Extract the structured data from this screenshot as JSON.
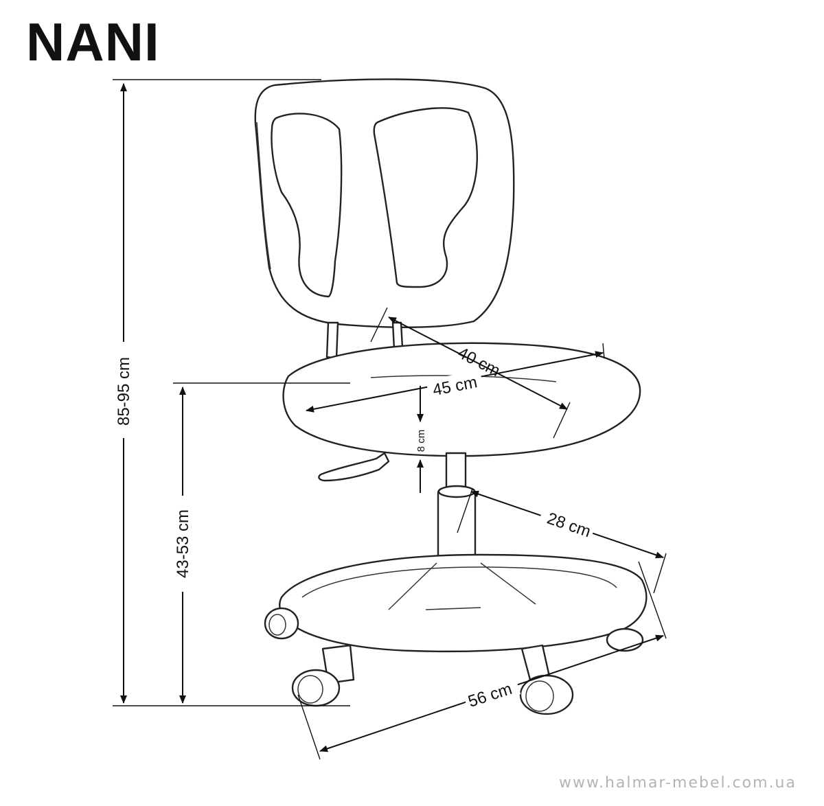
{
  "product": {
    "title": "NANI"
  },
  "dimensions": {
    "total_height": "85-95 cm",
    "seat_height": "43-53 cm",
    "seat_depth": "40 cm",
    "seat_width": "45 cm",
    "seat_thickness": "8 cm",
    "footrest_radius": "28 cm",
    "base_diameter": "56 cm"
  },
  "watermark": "www.halmar-mebel.com.ua"
}
